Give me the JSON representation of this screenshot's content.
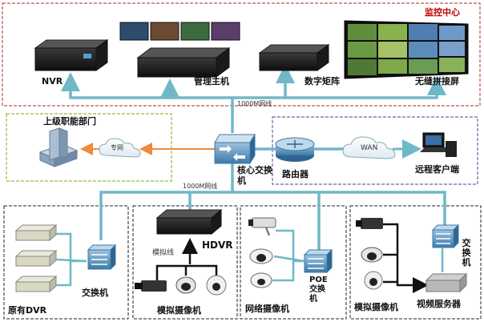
{
  "sections": {
    "monitoring_center": "监控中心",
    "superior_dept": "上级职能部门"
  },
  "devices": {
    "nvr": "NVR",
    "mgmt_host": "管理主机",
    "digital_matrix": "数字矩阵",
    "video_wall": "无缝拼接屏",
    "core_switch": "核心交换机",
    "router": "路由器",
    "remote_client": "远程客户端",
    "legacy_dvr": "原有DVR",
    "switch_left": "交换机",
    "hdvr": "HDVR",
    "analog_line": "模拟线",
    "analog_camera_1": "模拟摄像机",
    "network_camera": "网络摄像机",
    "poe_switch": "POE交换机",
    "analog_camera_2": "模拟摄像机",
    "video_server": "视频服务器",
    "switch_right": "交换机"
  },
  "clouds": {
    "private_net": "专网",
    "wan": "WAN"
  },
  "links": {
    "top_1000m": "1000M网线",
    "bottom_1000m": "1000M网线"
  },
  "colors": {
    "teal_link": "#6fb8c8",
    "orange_link": "#f08a3c",
    "red_border": "#c0504d",
    "green_border": "#8fbc3c",
    "purple_border": "#7b5ea7",
    "black_border": "#222222"
  }
}
